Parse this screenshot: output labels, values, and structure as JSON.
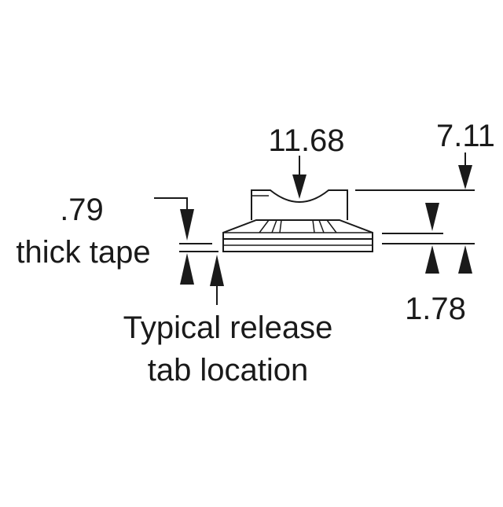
{
  "diagram": {
    "dimensions": {
      "width": "11.68",
      "height": "7.11",
      "base": "1.78",
      "tape": ".79"
    },
    "labels": {
      "tape_line1": ".79",
      "tape_line2": "thick tape",
      "release_line1": "Typical release",
      "release_line2": "tab location"
    },
    "colors": {
      "ink": "#1a1a1a",
      "background": "#ffffff"
    }
  }
}
